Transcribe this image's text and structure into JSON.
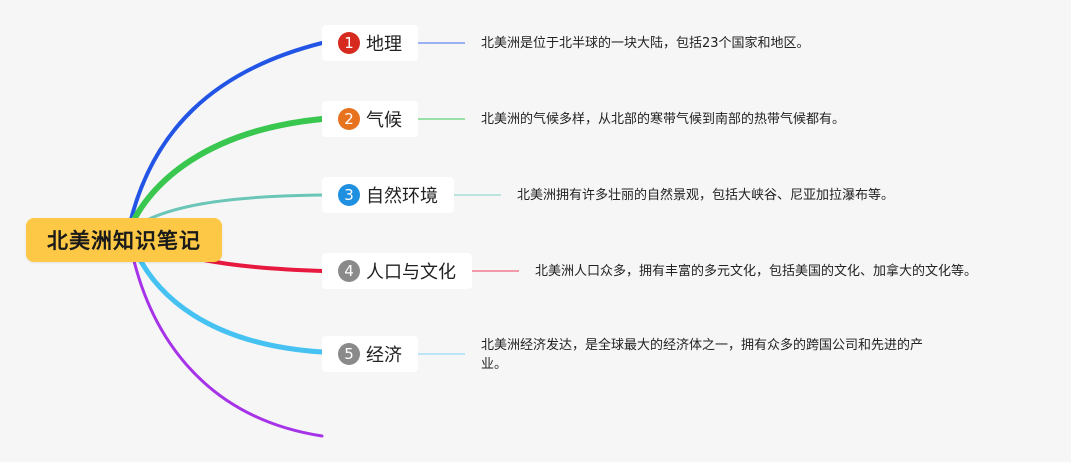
{
  "root": {
    "title": "北美洲知识笔记",
    "color": "#fdc845"
  },
  "topics": [
    {
      "number": "1",
      "label": "地理",
      "badge_color": "#d62a1e",
      "branch_color": "#2255e6",
      "note": "北美洲是位于北半球的一块大陆，包括23个国家和地区。"
    },
    {
      "number": "2",
      "label": "气候",
      "badge_color": "#e8731e",
      "branch_color": "#39c74f",
      "note": "北美洲的气候多样，从北部的寒带气候到南部的热带气候都有。"
    },
    {
      "number": "3",
      "label": "自然环境",
      "badge_color": "#1f8fe0",
      "branch_color": "#6bc6b8",
      "note": "北美洲拥有许多壮丽的自然景观，包括大峡谷、尼亚加拉瀑布等。"
    },
    {
      "number": "4",
      "label": "人口与文化",
      "badge_color": "#8a8a8a",
      "branch_color": "#e8193f",
      "note": "北美洲人口众多，拥有丰富的多元文化，包括美国的文化、加拿大的文化等。"
    },
    {
      "number": "5",
      "label": "经济",
      "badge_color": "#8a8a8a",
      "branch_color": "#45c2f2",
      "note_line1": "北美洲经济发达，是全球最大的经济体之一，拥有众多的跨国公司和先进的产",
      "note_line2": "业。"
    }
  ],
  "extra_branch_color": "#a633e8"
}
